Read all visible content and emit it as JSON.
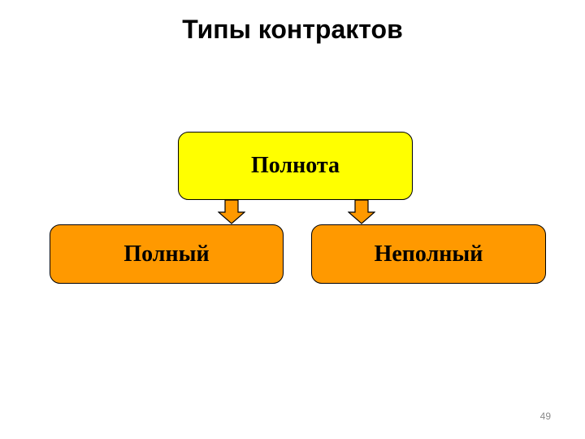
{
  "slide": {
    "title": "Типы контрактов",
    "page_number": "49"
  },
  "diagram": {
    "root": {
      "label": "Полнота",
      "fill": "#FFFF00"
    },
    "children": [
      {
        "label": "Полный",
        "fill": "#FF9900"
      },
      {
        "label": "Неполный",
        "fill": "#FF9900"
      }
    ],
    "arrow_fill": "#FF9900",
    "arrow_stroke": "#000000"
  }
}
